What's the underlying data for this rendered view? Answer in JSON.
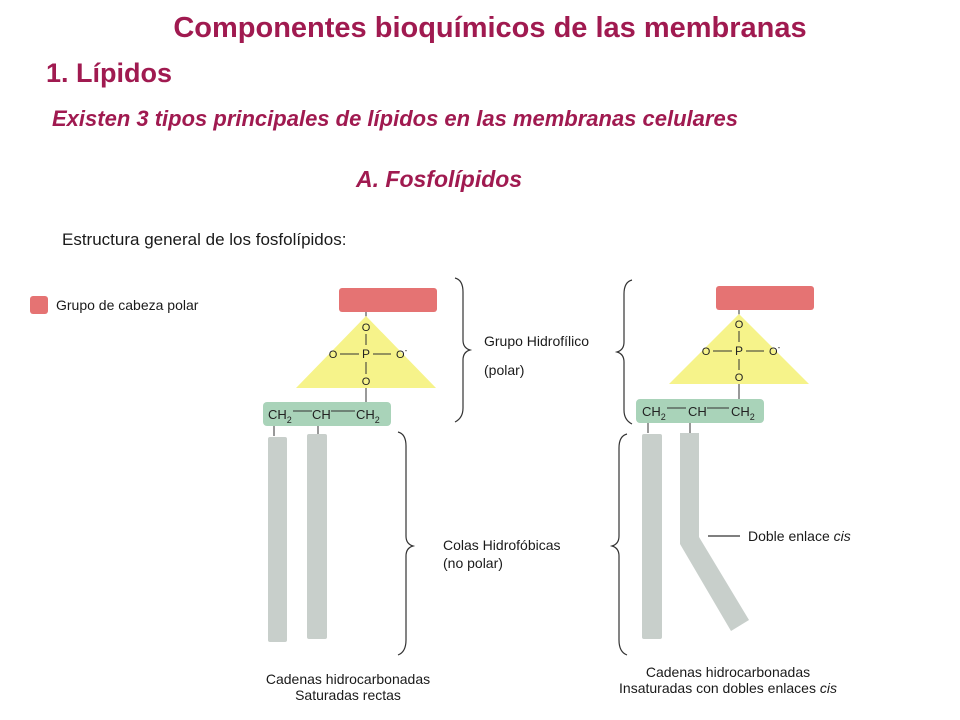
{
  "header": {
    "title": "Componentes bioquímicos de las membranas",
    "section": "1. Lípidos",
    "subtitle": "Existen 3 tipos principales de lípidos en las membranas celulares",
    "subsection": "A. Fosfolípidos",
    "structure_title": "Estructura general de los fosfolípidos:"
  },
  "legend": {
    "label": "Grupo de cabeza polar"
  },
  "labels": {
    "hydrophilic_1": "Grupo Hidrofílico",
    "hydrophilic_2": "(polar)",
    "hydrophobic_1": "Colas Hidrofóbicas",
    "hydrophobic_2": "(no polar)",
    "double_bond_text": "Doble enlace ",
    "double_bond_italic": "cis"
  },
  "captions": {
    "saturated_1": "Cadenas hidrocarbonadas",
    "saturated_2": "Saturadas rectas",
    "unsaturated_1": "Cadenas hidrocarbonadas",
    "unsaturated_2": "Insaturadas con dobles enlaces ",
    "unsaturated_italic": "cis"
  },
  "chem": {
    "O": "O",
    "P": "P",
    "O_minus": "O",
    "minus": "-",
    "CH": "CH",
    "CH2": "CH",
    "sub2": "2"
  },
  "colors": {
    "title": "#a01a50",
    "head": "#e57373",
    "phosphate": "#f6f38a",
    "glycerol": "#a9d3b9",
    "tail": "#c8cfcb"
  }
}
